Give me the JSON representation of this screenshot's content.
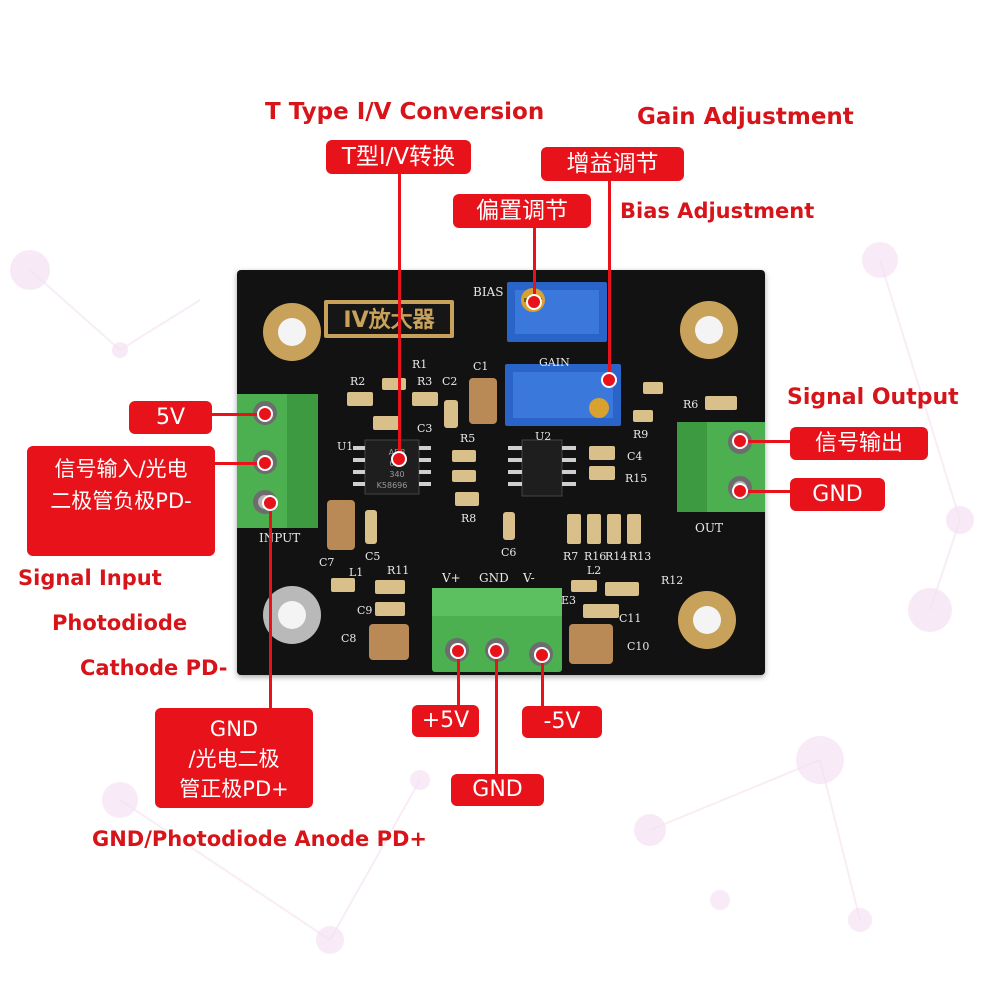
{
  "callouts": {
    "t_type_en": "T Type I/V Conversion",
    "t_type_cn": "T型I/V转换",
    "gain_en": "Gain Adjustment",
    "gain_cn": "增益调节",
    "bias_cn": "偏置调节",
    "bias_en": "Bias Adjustment",
    "v5_label": "5V",
    "signal_input_cn": [
      "信号输入/光电",
      "二极管负极PD-"
    ],
    "signal_input_en": [
      "Signal Input",
      "Photodiode",
      "Cathode PD-"
    ],
    "gnd_pd_cn": [
      "GND",
      "/光电二极",
      "管正极PD+"
    ],
    "gnd_pd_en": "GND/Photodiode Anode PD+",
    "signal_output_en": "Signal Output",
    "signal_output_cn": "信号输出",
    "out_gnd": "GND",
    "plus5v": "+5V",
    "gnd_bottom": "GND",
    "minus5v": "-5V"
  },
  "board": {
    "title": "IV放大器",
    "bias_silk": "BIAS",
    "gain_silk": "GAIN",
    "input_silk": "INPUT",
    "out_silk": "OUT",
    "power_header": [
      "V+",
      "GND",
      "V-"
    ],
    "ic_u1_text": [
      "AD8",
      "625",
      "340",
      "K58696"
    ],
    "u1": "U1",
    "u2": "U2",
    "components": [
      "R1",
      "R2",
      "R3",
      "C2",
      "C3",
      "C1",
      "R5",
      "R8",
      "C4",
      "R15",
      "R9",
      "R6",
      "C6",
      "C5",
      "C7",
      "L1",
      "R11",
      "C9",
      "C8",
      "R7",
      "R16",
      "R14",
      "R13",
      "L2",
      "R12",
      "C11",
      "C10",
      "E3"
    ]
  },
  "colors": {
    "accent_red": "#e8121a",
    "terminal_green": "#4caf50",
    "pot_blue": "#2a64c8",
    "board_black": "#121212"
  }
}
